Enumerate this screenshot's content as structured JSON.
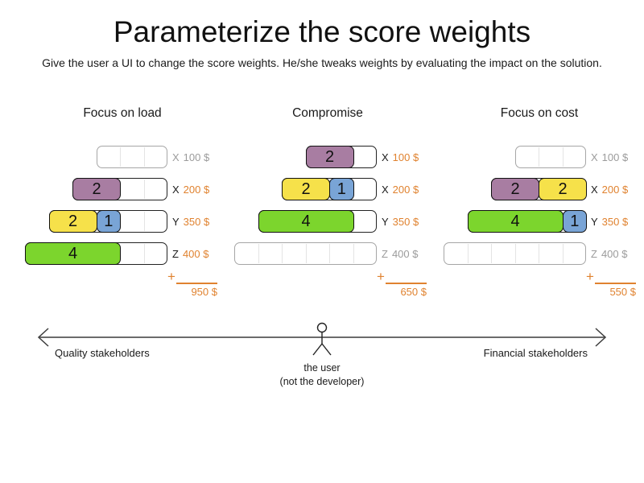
{
  "page": {
    "title": "Parameterize the score weights",
    "subtitle": "Give the user a UI to change the score weights. He/she tweaks weights by evaluating the impact on the solution."
  },
  "colors": {
    "purple": "#a87da2",
    "yellow": "#f6e14a",
    "blue": "#79a4d6",
    "green": "#7cd52d",
    "orange": "#e0822f",
    "inactive_gray": "#9b9b9b",
    "label_black": "#1a1a1a"
  },
  "symbols": {
    "plus": "+"
  },
  "scenarios": [
    {
      "name": "Focus on load",
      "total": "950 $",
      "rows": [
        {
          "constraint": "X",
          "price": "100 $",
          "cells": 3,
          "active": false,
          "blocks": []
        },
        {
          "constraint": "X",
          "price": "200 $",
          "cells": 4,
          "active": true,
          "blocks": [
            {
              "value": "2",
              "size": 2,
              "color": "purple"
            }
          ]
        },
        {
          "constraint": "Y",
          "price": "350 $",
          "cells": 5,
          "active": true,
          "blocks": [
            {
              "value": "2",
              "size": 2,
              "color": "yellow"
            },
            {
              "value": "1",
              "size": 1,
              "color": "blue"
            }
          ]
        },
        {
          "constraint": "Z",
          "price": "400 $",
          "cells": 6,
          "active": true,
          "blocks": [
            {
              "value": "4",
              "size": 4,
              "color": "green"
            }
          ]
        }
      ]
    },
    {
      "name": "Compromise",
      "total": "650 $",
      "rows": [
        {
          "constraint": "X",
          "price": "100 $",
          "cells": 3,
          "active": true,
          "blocks": [
            {
              "value": "2",
              "size": 2,
              "color": "purple"
            }
          ]
        },
        {
          "constraint": "X",
          "price": "200 $",
          "cells": 4,
          "active": true,
          "blocks": [
            {
              "value": "2",
              "size": 2,
              "color": "yellow"
            },
            {
              "value": "1",
              "size": 1,
              "color": "blue"
            }
          ]
        },
        {
          "constraint": "Y",
          "price": "350 $",
          "cells": 5,
          "active": true,
          "blocks": [
            {
              "value": "4",
              "size": 4,
              "color": "green"
            }
          ]
        },
        {
          "constraint": "Z",
          "price": "400 $",
          "cells": 6,
          "active": false,
          "blocks": []
        }
      ]
    },
    {
      "name": "Focus on cost",
      "total": "550 $",
      "rows": [
        {
          "constraint": "X",
          "price": "100 $",
          "cells": 3,
          "active": false,
          "blocks": []
        },
        {
          "constraint": "X",
          "price": "200 $",
          "cells": 4,
          "active": true,
          "blocks": [
            {
              "value": "2",
              "size": 2,
              "color": "purple"
            },
            {
              "value": "2",
              "size": 2,
              "color": "yellow"
            }
          ]
        },
        {
          "constraint": "Y",
          "price": "350 $",
          "cells": 5,
          "active": true,
          "blocks": [
            {
              "value": "4",
              "size": 4,
              "color": "green"
            },
            {
              "value": "1",
              "size": 1,
              "color": "blue"
            }
          ]
        },
        {
          "constraint": "Z",
          "price": "400 $",
          "cells": 6,
          "active": false,
          "blocks": []
        }
      ]
    }
  ],
  "axis": {
    "left_label": "Quality stakeholders",
    "right_label": "Financial stakeholders",
    "user_caption_line1": "the user",
    "user_caption_line2": "(not the developer)"
  }
}
